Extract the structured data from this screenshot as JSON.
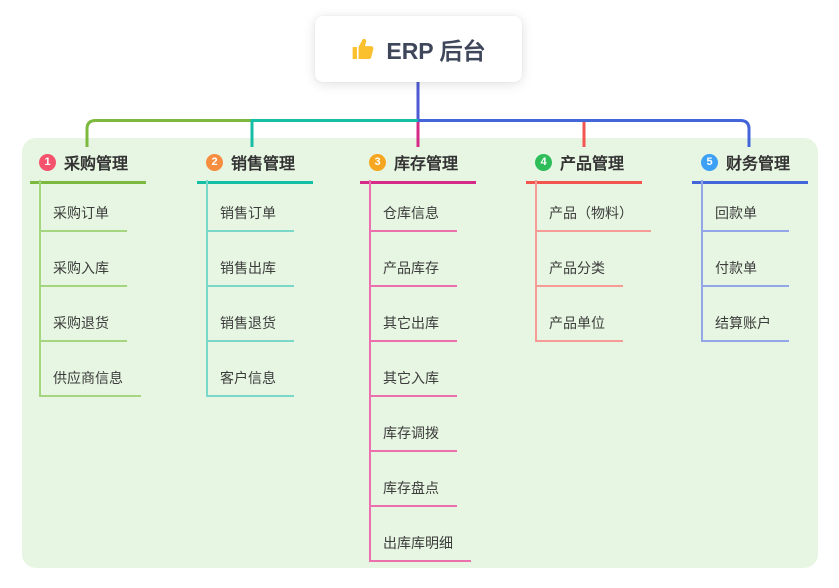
{
  "root": {
    "icon": "thumbs-up-icon",
    "title": "ERP 后台"
  },
  "branches": [
    {
      "number": "1",
      "label": "采购管理",
      "line_color": "#7cb93e",
      "child_line_color": "#a6d57f",
      "badge_color": "#f4526d",
      "items": [
        "采购订单",
        "采购入库",
        "采购退货",
        "供应商信息"
      ]
    },
    {
      "number": "2",
      "label": "销售管理",
      "line_color": "#14bfa6",
      "child_line_color": "#79d8c9",
      "badge_color": "#f78d3f",
      "items": [
        "销售订单",
        "销售出库",
        "销售退货",
        "客户信息"
      ]
    },
    {
      "number": "3",
      "label": "库存管理",
      "line_color": "#d62a88",
      "child_line_color": "#ec6fae",
      "badge_color": "#f6a61f",
      "items": [
        "仓库信息",
        "产品库存",
        "其它出库",
        "其它入库",
        "库存调拨",
        "库存盘点",
        "出库库明细"
      ]
    },
    {
      "number": "4",
      "label": "产品管理",
      "line_color": "#f2544f",
      "child_line_color": "#f79b97",
      "badge_color": "#2ebd59",
      "items": [
        "产品（物料）",
        "产品分类",
        "产品单位"
      ]
    },
    {
      "number": "5",
      "label": "财务管理",
      "line_color": "#4365d9",
      "child_line_color": "#93a7e8",
      "badge_color": "#3ba0f6",
      "items": [
        "回款单",
        "付款单",
        "结算账户"
      ]
    }
  ],
  "colors": {
    "panel_background": "#e7f6e2",
    "root_connector": "#4f5bd5",
    "root_text": "#3e4659",
    "item_text": "#3c3c3c"
  }
}
